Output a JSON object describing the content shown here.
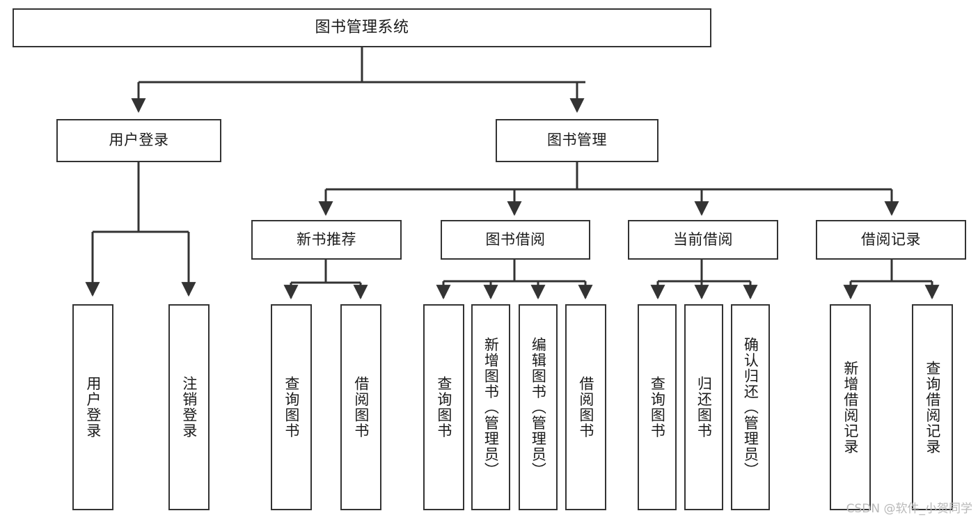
{
  "diagram": {
    "title": "图书管理系统",
    "type": "tree",
    "watermark": "CSDN @软件_小贺同学",
    "colors": {
      "box_border": "#333333",
      "box_fill": "#ffffff",
      "connector": "#333333",
      "text": "#1a1a1a",
      "watermark": "#b9b9b9"
    },
    "nodes": {
      "root": {
        "label": "图书管理系统"
      },
      "level1": [
        {
          "id": "user-login",
          "label": "用户登录"
        },
        {
          "id": "book-manage",
          "label": "图书管理"
        }
      ],
      "level2": [
        {
          "id": "new-book-recommend",
          "label": "新书推荐"
        },
        {
          "id": "book-borrow",
          "label": "图书借阅"
        },
        {
          "id": "current-borrow",
          "label": "当前借阅"
        },
        {
          "id": "borrow-record",
          "label": "借阅记录"
        }
      ],
      "leaves": {
        "user-login": [
          {
            "id": "leaf-user-login",
            "label": "用户登录"
          },
          {
            "id": "leaf-logout",
            "label": "注销登录"
          }
        ],
        "new-book-recommend": [
          {
            "id": "leaf-query-book-1",
            "label": "查询图书"
          },
          {
            "id": "leaf-borrow-book-1",
            "label": "借阅图书"
          }
        ],
        "book-borrow": [
          {
            "id": "leaf-query-book-2",
            "label": "查询图书"
          },
          {
            "id": "leaf-add-book",
            "label": "新增图书（管理员）"
          },
          {
            "id": "leaf-edit-book",
            "label": "编辑图书（管理员）"
          },
          {
            "id": "leaf-borrow-book-2",
            "label": "借阅图书"
          }
        ],
        "current-borrow": [
          {
            "id": "leaf-query-book-3",
            "label": "查询图书"
          },
          {
            "id": "leaf-return-book",
            "label": "归还图书"
          },
          {
            "id": "leaf-confirm-return",
            "label": "确认归还（管理员）"
          }
        ],
        "borrow-record": [
          {
            "id": "leaf-add-record",
            "label": "新增借阅记录"
          },
          {
            "id": "leaf-query-record",
            "label": "查询借阅记录"
          }
        ]
      }
    }
  }
}
